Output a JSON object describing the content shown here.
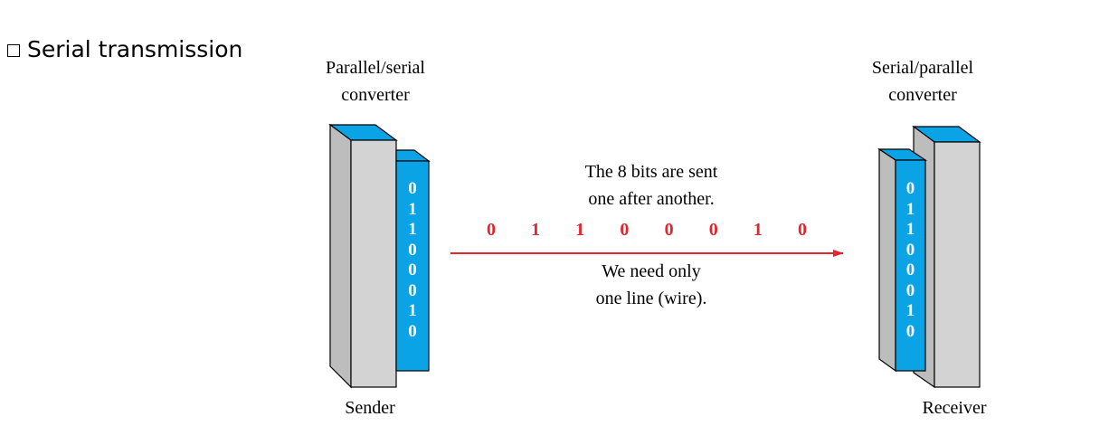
{
  "heading": {
    "text": "Serial transmission",
    "icon": "checkbox-square-icon"
  },
  "sender": {
    "title_lines": [
      "Parallel/serial",
      "converter"
    ],
    "caption": "Sender",
    "bits": [
      "0",
      "1",
      "1",
      "0",
      "0",
      "0",
      "1",
      "0"
    ]
  },
  "receiver": {
    "title_lines": [
      "Serial/parallel",
      "converter"
    ],
    "caption": "Receiver",
    "bits": [
      "0",
      "1",
      "1",
      "0",
      "0",
      "0",
      "1",
      "0"
    ]
  },
  "annotation_top_lines": [
    "The 8 bits are sent",
    "one after another."
  ],
  "annotation_bottom_lines": [
    "We need only",
    "one line (wire)."
  ],
  "bit_stream": [
    "0",
    "1",
    "1",
    "0",
    "0",
    "0",
    "1",
    "0"
  ],
  "colors": {
    "register_blue": "#0aa3e6",
    "register_gray": "#d3d3d3",
    "line_red": "#e0262e"
  }
}
